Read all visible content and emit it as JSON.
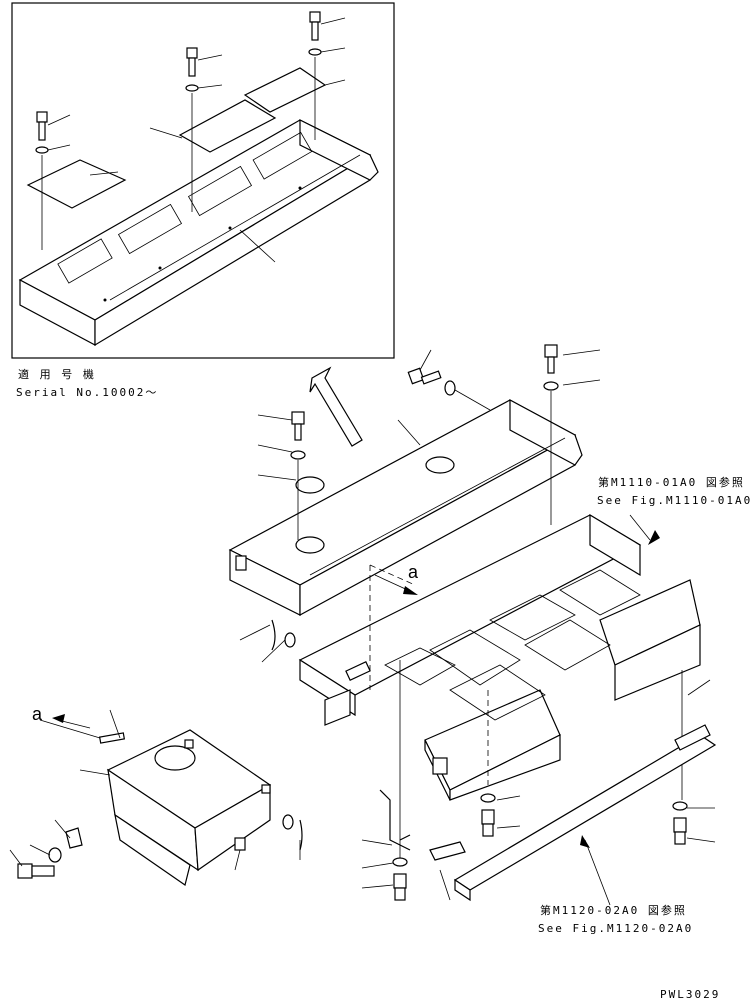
{
  "inset": {
    "applicable_jp": "適 用 号 機",
    "serial": "Serial No.10002～"
  },
  "references": {
    "upper_jp": "第M1110-01A0 図参照",
    "upper_en": "See Fig.M1110-01A0",
    "lower_jp": "第M1120-02A0 図参照",
    "lower_en": "See Fig.M1120-02A0"
  },
  "view_letters": {
    "right": "a",
    "left": "a"
  },
  "drawing_id": "PWL3029"
}
